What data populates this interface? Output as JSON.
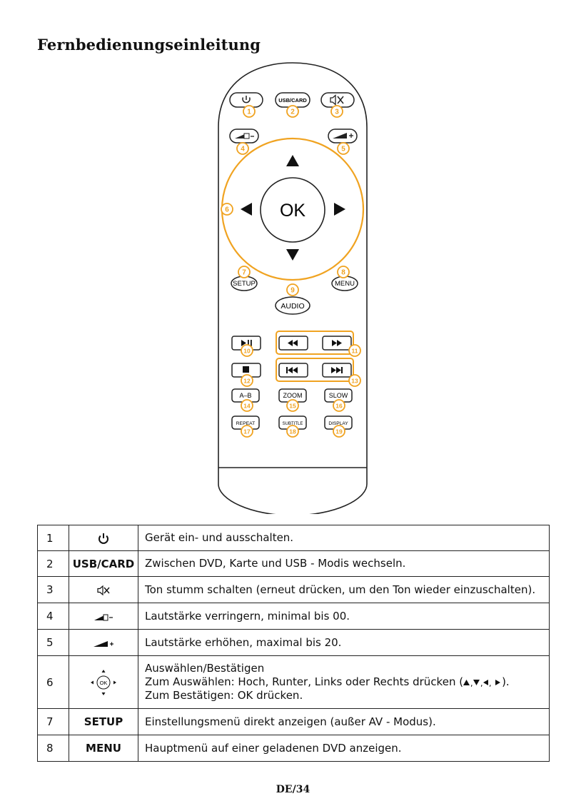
{
  "page": {
    "title": "Fernbedienungseinleitung",
    "footer": "DE/34"
  },
  "remote": {
    "buttons": {
      "usb_card": "USB/CARD",
      "ok": "OK",
      "setup": "SETUP",
      "menu": "MENU",
      "audio": "AUDIO",
      "ab": "A–B",
      "zoom": "ZOOM",
      "slow": "SLOW",
      "repeat": "REPEAT",
      "subtitle": "SUBTITLE",
      "display": "DISPLAY"
    },
    "callouts": [
      "1",
      "2",
      "3",
      "4",
      "5",
      "6",
      "7",
      "8",
      "9",
      "10",
      "11",
      "12",
      "13",
      "14",
      "15",
      "16",
      "17",
      "18",
      "19"
    ],
    "accent_color": "#F0A321",
    "body_color": "#FFFFFF",
    "icons": [
      "power-icon",
      "mute-icon",
      "volume-down-icon",
      "volume-up-icon",
      "arrow-up-icon",
      "arrow-down-icon",
      "arrow-left-icon",
      "arrow-right-icon",
      "play-pause-icon",
      "rewind-icon",
      "fast-forward-icon",
      "stop-icon",
      "previous-icon",
      "next-icon"
    ]
  },
  "table": {
    "rows": [
      {
        "num": "1",
        "symbol": "",
        "icon": "power-icon",
        "desc": "Gerät ein- und ausschalten."
      },
      {
        "num": "2",
        "symbol": "USB/CARD",
        "icon": "",
        "desc": "Zwischen DVD, Karte und USB - Modis wechseln."
      },
      {
        "num": "3",
        "symbol": "",
        "icon": "mute-icon",
        "desc": "Ton stumm schalten (erneut drücken, um den Ton wieder einzuschalten)."
      },
      {
        "num": "4",
        "symbol": "",
        "icon": "volume-down-icon",
        "desc": "Lautstärke verringern, minimal bis 00."
      },
      {
        "num": "5",
        "symbol": "",
        "icon": "volume-up-icon",
        "desc": "Lautstärke erhöhen, maximal bis 20."
      },
      {
        "num": "6",
        "symbol": "OK",
        "icon": "navigation-pad-icon",
        "desc_lines": [
          "Auswählen/Bestätigen",
          "Zum Auswählen: Hoch, Runter, Links oder Rechts drücken (",
          "Zum Bestätigen: OK drücken."
        ],
        "desc_end": ")."
      },
      {
        "num": "7",
        "symbol": "SETUP",
        "icon": "",
        "desc": "Einstellungsmenü direkt anzeigen (außer AV - Modus)."
      },
      {
        "num": "8",
        "symbol": "MENU",
        "icon": "",
        "desc": "Hauptmenü auf einer geladenen DVD anzeigen."
      }
    ]
  }
}
